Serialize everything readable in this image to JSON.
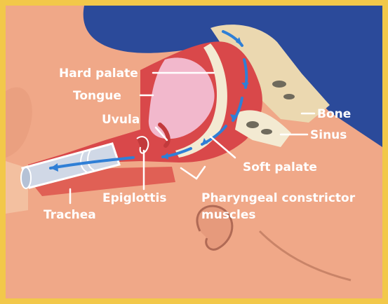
{
  "labels": {
    "hard_palate": "Hard palate",
    "tongue": "Tongue",
    "uvula": "Uvula",
    "bone": "Bone",
    "sinus": "Sinus",
    "soft_palate": "Soft palate",
    "epiglottis": "Epiglottis",
    "pharyngeal_line1": "Pharyngeal constrictor",
    "pharyngeal_line2": "muscles",
    "trachea": "Trachea"
  },
  "colors": {
    "border": "#f2c84a",
    "background_blue": "#2b4a9a",
    "skin": "#f0a888",
    "muscle": "#d9484a",
    "tongue": "#f2b8cc",
    "bone": "#f3ead2",
    "airflow_arrow": "#2f7fd6",
    "label_text": "#ffffff"
  }
}
